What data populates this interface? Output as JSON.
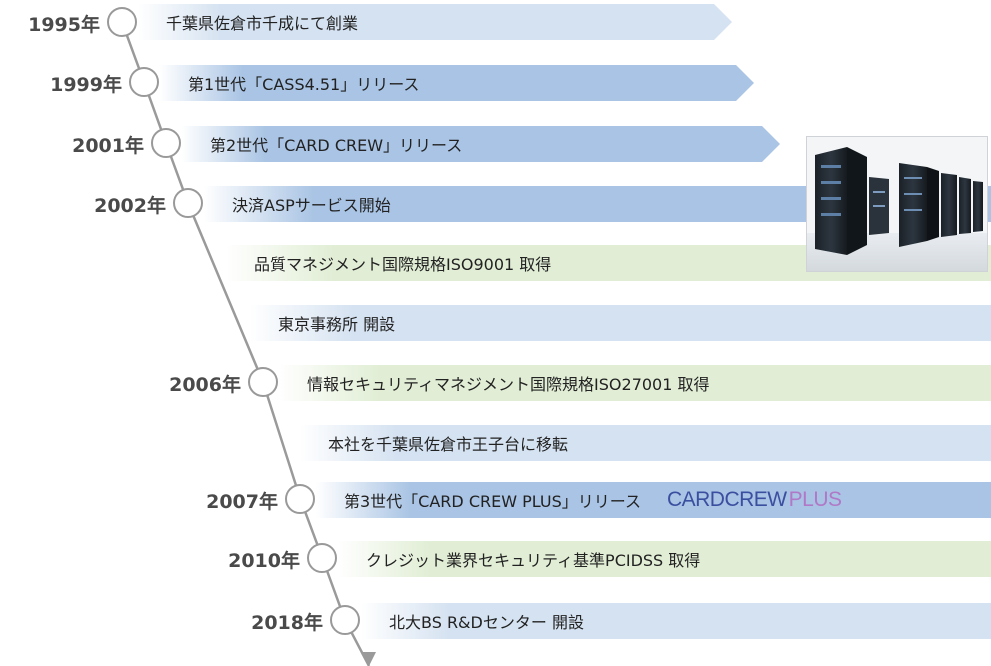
{
  "timeline": {
    "rows": [
      {
        "year": "1995年",
        "event": "千葉県佐倉市千成にて創業"
      },
      {
        "year": "1999年",
        "event": "第1世代「CASS4.51」リリース"
      },
      {
        "year": "2001年",
        "event": "第2世代「CARD CREW」リリース"
      },
      {
        "year": "2002年",
        "event": "決済ASPサービス開始"
      },
      {
        "year": "",
        "event": "品質マネジメント国際規格ISO9001 取得"
      },
      {
        "year": "",
        "event": "東京事務所 開設"
      },
      {
        "year": "2006年",
        "event": "情報セキュリティマネジメント国際規格ISO27001 取得"
      },
      {
        "year": "",
        "event": "本社を千葉県佐倉市王子台に移転"
      },
      {
        "year": "2007年",
        "event": "第3世代「CARD CREW PLUS」リリース"
      },
      {
        "year": "2010年",
        "event": "クレジット業界セキュリティ基準PCIDSS 取得"
      },
      {
        "year": "2018年",
        "event": "北大BS R&Dセンター 開設"
      }
    ]
  },
  "logo": {
    "text": "CARDCREW",
    "plus": "PLUS"
  },
  "colors": {
    "band_light_blue": "#d5e2f1",
    "band_dark_blue": "#a9c4e4",
    "band_green": "#e1eed5",
    "line": "#9a9a9a",
    "node_border": "#999999",
    "year_text": "#4a4a4a"
  },
  "image": {
    "subject": "server-racks-photo"
  }
}
